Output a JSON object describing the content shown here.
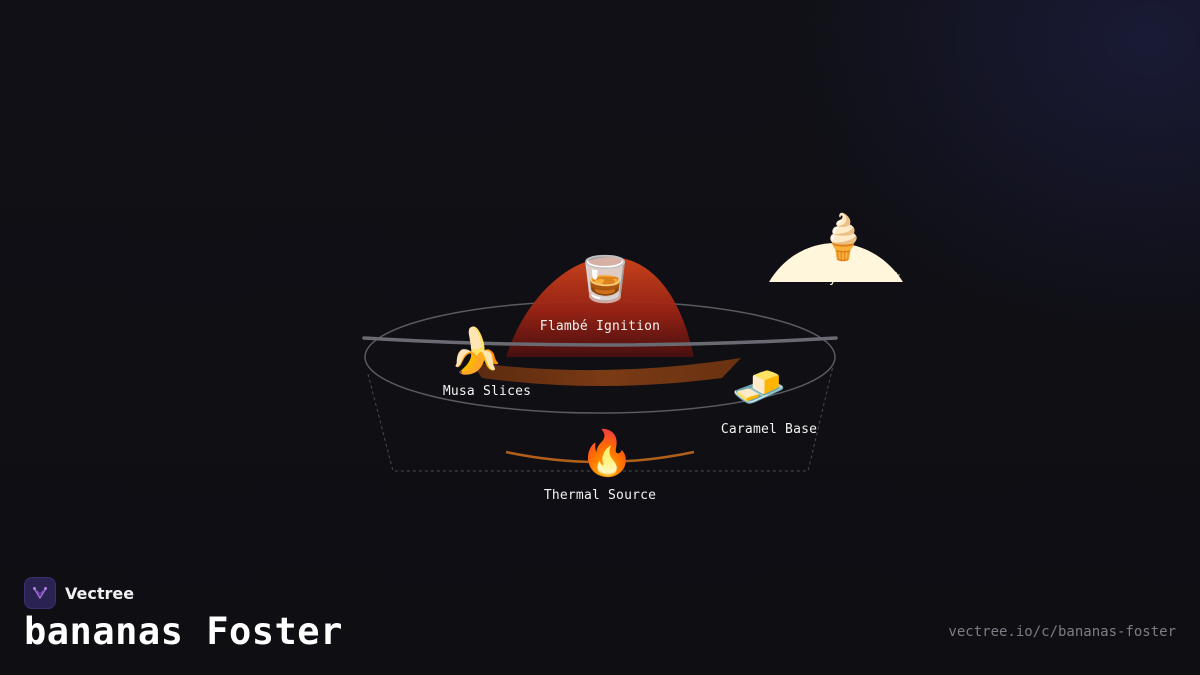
{
  "brand": {
    "name": "Vectree"
  },
  "page": {
    "title": "bananas Foster",
    "url": "vectree.io/c/bananas-foster"
  },
  "diagram": {
    "nodes": [
      {
        "id": "flambe",
        "label": "Flambé Ignition",
        "icon": "tumbler-glass-icon",
        "glyph": "🥃"
      },
      {
        "id": "dairy",
        "label": "Dairy Element",
        "icon": "soft-ice-cream-icon",
        "glyph": "🍦"
      },
      {
        "id": "musa",
        "label": "Musa Slices",
        "icon": "banana-icon",
        "glyph": "🍌"
      },
      {
        "id": "caramel",
        "label": "Caramel Base",
        "icon": "butter-icon",
        "glyph": "🧈"
      },
      {
        "id": "thermal",
        "label": "Thermal Source",
        "icon": "fire-icon",
        "glyph": "🔥"
      }
    ],
    "colors": {
      "flame": "#c0301a",
      "caramel": "#7a3a12",
      "thermal_arc": "#b0601a",
      "dairy": "#fff6dc",
      "pan_outline": "#6a6a72"
    }
  }
}
